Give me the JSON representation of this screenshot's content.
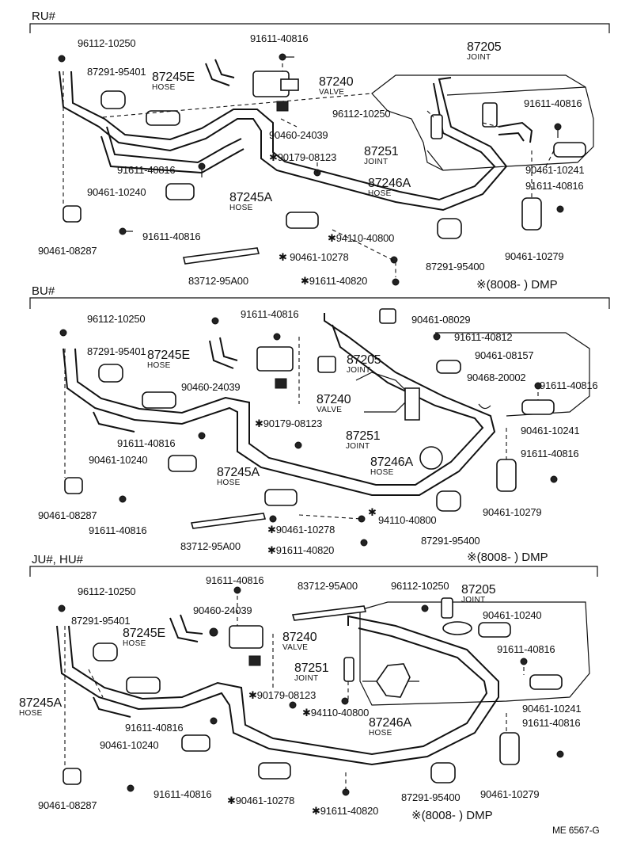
{
  "sections": [
    {
      "id": "ru",
      "title": "RU#",
      "dmp": "※(8008-        ) DMP",
      "labels": [
        {
          "text": "96112-10250"
        },
        {
          "text": "87291-95401"
        },
        {
          "text": "87245E",
          "sub": "HOSE"
        },
        {
          "text": "91611-40816"
        },
        {
          "text": "87240",
          "sub": "VALVE"
        },
        {
          "text": "90460-24039"
        },
        {
          "text": "87205",
          "sub": "JOINT"
        },
        {
          "text": "96112-10250"
        },
        {
          "text": "91611-40816"
        },
        {
          "text": "87251",
          "sub": "JOINT"
        },
        {
          "text": "✱90179-08123"
        },
        {
          "text": "91611-40816"
        },
        {
          "text": "90461-10240"
        },
        {
          "text": "87245A",
          "sub": "HOSE"
        },
        {
          "text": "87246A",
          "sub": "HOSE"
        },
        {
          "text": "90461-10241"
        },
        {
          "text": "91611-40816"
        },
        {
          "text": "90461-08287"
        },
        {
          "text": "91611-40816"
        },
        {
          "text": "✱94110-40800"
        },
        {
          "text": "✱ 90461-10278"
        },
        {
          "text": "87291-95400"
        },
        {
          "text": "90461-10279"
        },
        {
          "text": "83712-95A00"
        },
        {
          "text": "✱91611-40820"
        }
      ]
    },
    {
      "id": "bu",
      "title": "BU#",
      "dmp": "※(8008-        ) DMP",
      "labels": [
        {
          "text": "96112-10250"
        },
        {
          "text": "91611-40816"
        },
        {
          "text": "90461-08029"
        },
        {
          "text": "87291-95401"
        },
        {
          "text": "87245E",
          "sub": "HOSE"
        },
        {
          "text": "87205",
          "sub": "JOINT"
        },
        {
          "text": "91611-40812"
        },
        {
          "text": "90461-08157"
        },
        {
          "text": "90468-20002"
        },
        {
          "text": "90460-24039"
        },
        {
          "text": "87240",
          "sub": "VALVE"
        },
        {
          "text": "91611-40816"
        },
        {
          "text": "✱90179-08123"
        },
        {
          "text": "87251",
          "sub": "JOINT"
        },
        {
          "text": "90461-10241"
        },
        {
          "text": "91611-40816"
        },
        {
          "text": "90461-10240"
        },
        {
          "text": "87245A",
          "sub": "HOSE"
        },
        {
          "text": "87246A",
          "sub": "HOSE"
        },
        {
          "text": "91611-40816"
        },
        {
          "text": "90461-08287"
        },
        {
          "text": "91611-40816"
        },
        {
          "text": "90461-10279"
        },
        {
          "text": "✱"
        },
        {
          "text": "94110-40800"
        },
        {
          "text": "83712-95A00"
        },
        {
          "text": "✱90461-10278"
        },
        {
          "text": "87291-95400"
        },
        {
          "text": "✱91611-40820"
        }
      ]
    },
    {
      "id": "ju",
      "title": "JU#, HU#",
      "dmp": "※(8008-        ) DMP",
      "labels": [
        {
          "text": "96112-10250"
        },
        {
          "text": "91611-40816"
        },
        {
          "text": "83712-95A00"
        },
        {
          "text": "96112-10250"
        },
        {
          "text": "87205",
          "sub": "JOINT"
        },
        {
          "text": "87291-95401"
        },
        {
          "text": "90460-24039"
        },
        {
          "text": "87245E",
          "sub": "HOSE"
        },
        {
          "text": "87240",
          "sub": "VALVE"
        },
        {
          "text": "90461-10240"
        },
        {
          "text": "91611-40816"
        },
        {
          "text": "87251",
          "sub": "JOINT"
        },
        {
          "text": "87245A",
          "sub": "HOSE"
        },
        {
          "text": "✱90179-08123"
        },
        {
          "text": "✱94110-40800"
        },
        {
          "text": "90461-10241"
        },
        {
          "text": "91611-40816"
        },
        {
          "text": "87246A",
          "sub": "HOSE"
        },
        {
          "text": "91611-40816"
        },
        {
          "text": "90461-10240"
        },
        {
          "text": "90461-08287"
        },
        {
          "text": "91611-40816"
        },
        {
          "text": "✱90461-10278"
        },
        {
          "text": "✱91611-40820"
        },
        {
          "text": "87291-95400"
        },
        {
          "text": "90461-10279"
        }
      ]
    }
  ],
  "footer_code": "ME 6567-G"
}
